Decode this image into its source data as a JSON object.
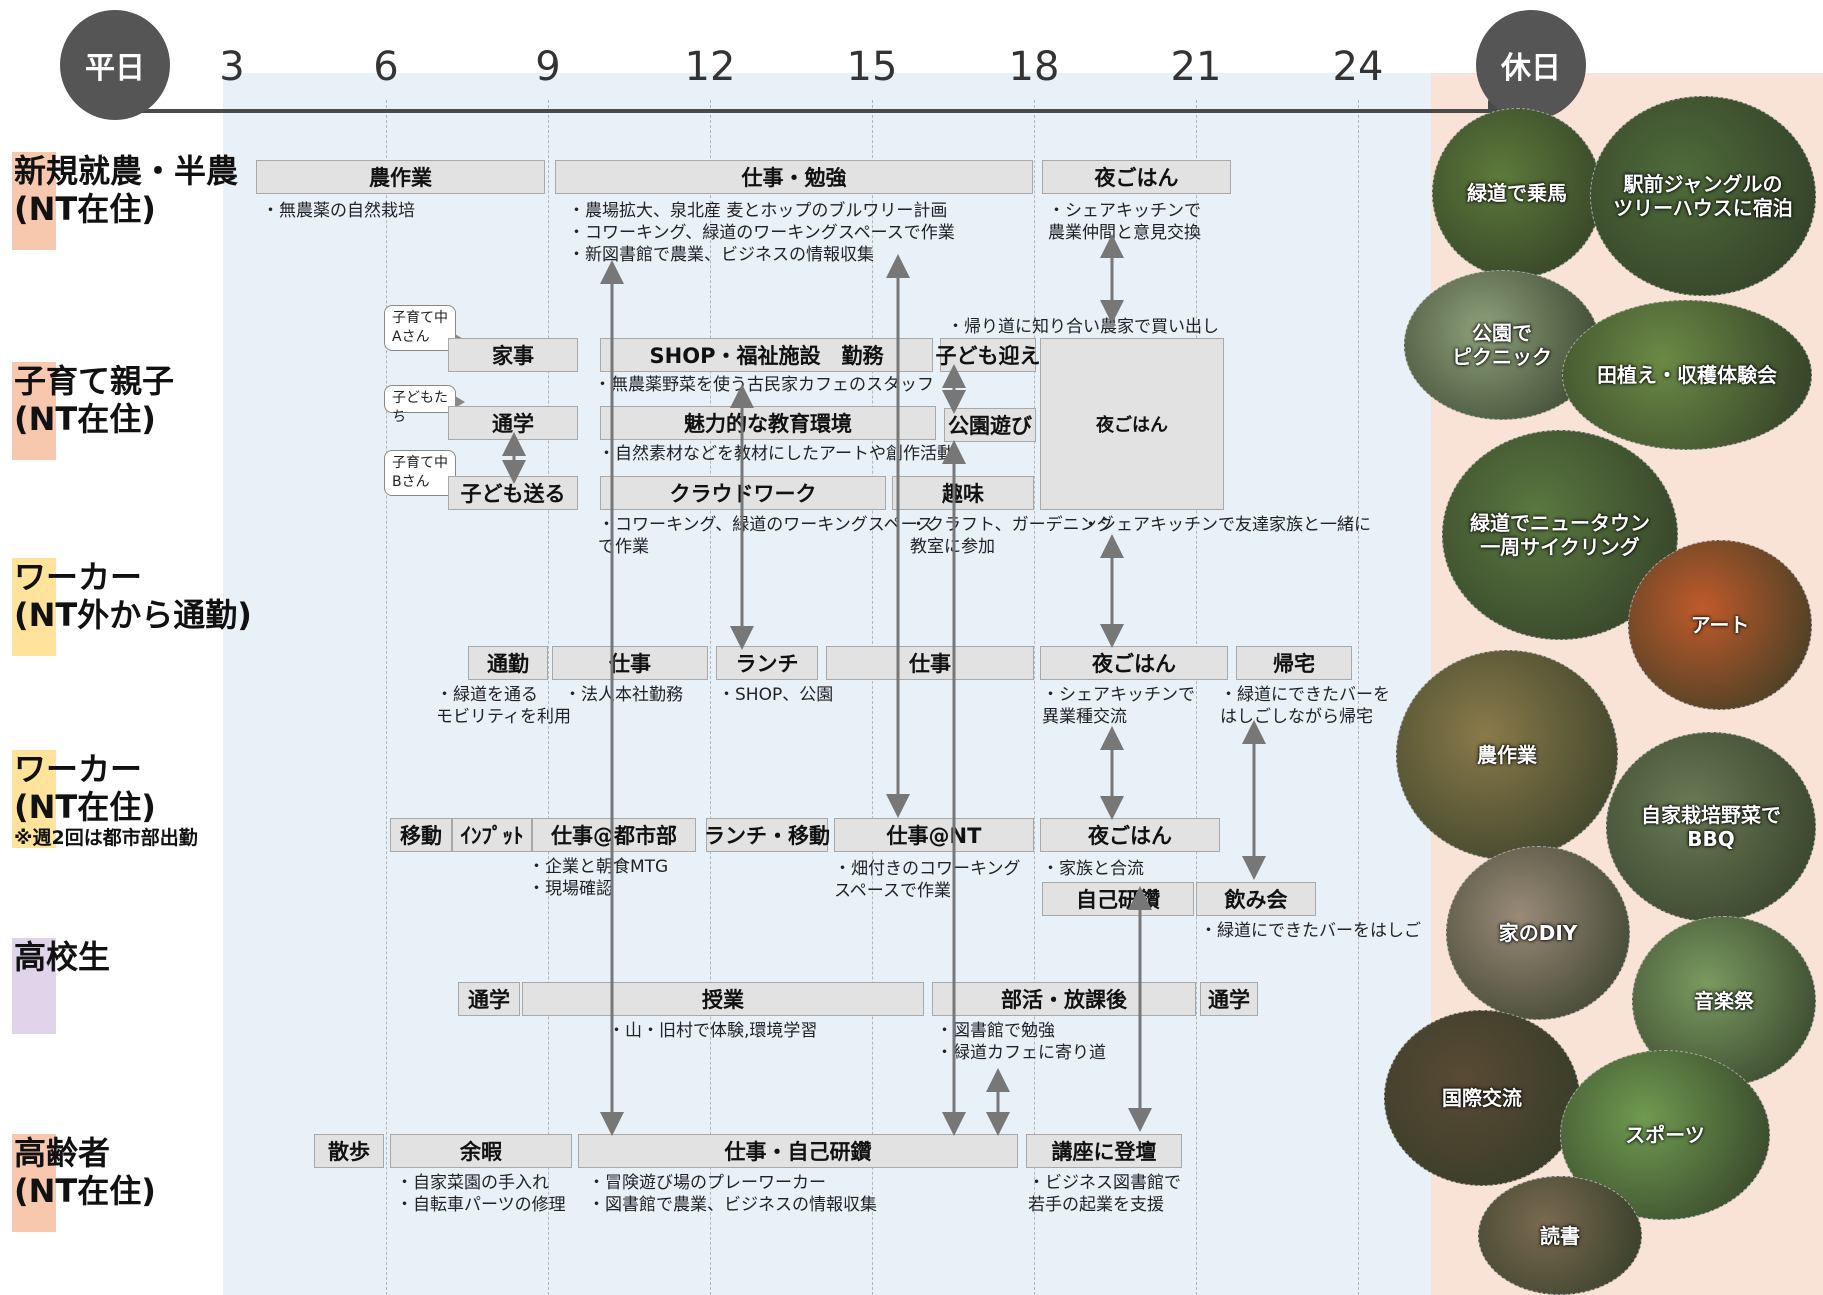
{
  "axis": {
    "weekday_label": "平日",
    "holiday_label": "休日",
    "ticks": [
      "3",
      "6",
      "9",
      "12",
      "15",
      "18",
      "21",
      "24"
    ]
  },
  "rows": [
    {
      "lines": [
        "新規就農・半農",
        "(NT在住)"
      ],
      "sub": "",
      "color": "#f7c8ad"
    },
    {
      "lines": [
        "子育て親子",
        "(NT在住)"
      ],
      "sub": "",
      "color": "#f7c8ad"
    },
    {
      "lines": [
        "ワーカー",
        "(NT外から通勤)"
      ],
      "sub": "",
      "color": "#ffe39a"
    },
    {
      "lines": [
        "ワーカー",
        "(NT在住)"
      ],
      "sub": "※週2回は都市部出勤",
      "color": "#ffe39a"
    },
    {
      "lines": [
        "高校生"
      ],
      "sub": "",
      "color": "#e0d4ea"
    },
    {
      "lines": [
        "高齢者",
        "(NT在住)"
      ],
      "sub": "",
      "color": "#f7c8ad"
    }
  ],
  "boxes": {
    "farm_work": "農作業",
    "work_study": "仕事・勉強",
    "dinner1": "夜ごはん",
    "housework": "家事",
    "shop": "SHOP・福祉施設　勤務",
    "pickup": "子ども迎え",
    "commute_school": "通学",
    "edu_env": "魅力的な教育環境",
    "park_play": "公園遊び",
    "dinner_family": "夜ごはん",
    "dropoff": "子ども送る",
    "crowd_work": "クラウドワーク",
    "hobby": "趣味",
    "commute3": "通勤",
    "work3a": "仕事",
    "lunch3": "ランチ",
    "work3b": "仕事",
    "dinner3": "夜ごはん",
    "home3": "帰宅",
    "move4": "移動",
    "input4": "ｲﾝﾌﾟｯﾄ",
    "work4_city": "仕事@都市部",
    "lunch4": "ランチ・移動",
    "work4_nt": "仕事@NT",
    "dinner4": "夜ごはん",
    "selfstudy4": "自己研鑽",
    "drinks4": "飲み会",
    "school5a": "通学",
    "class5": "授業",
    "club5": "部活・放課後",
    "school5b": "通学",
    "walk6": "散歩",
    "leisure6": "余暇",
    "work6": "仕事・自己研鑽",
    "lecture6": "講座に登壇"
  },
  "notes": {
    "n_farm": [
      "・無農薬の自然栽培"
    ],
    "n_work": [
      "・農場拡大、泉北産 麦とホップのブルワリー計画",
      "・コワーキング、緑道のワーキングスペースで作業",
      "・新図書館で農業、ビジネスの情報収集"
    ],
    "n_dinner1": [
      "・シェアキッチンで",
      "農業仲間と意見交換"
    ],
    "n_return": [
      "・帰り道に知り合い農家で買い出し"
    ],
    "n_shop": [
      "・無農薬野菜を使う古民家カフェのスタッフ"
    ],
    "n_edu": [
      "・自然素材などを教材にしたアートや創作活動"
    ],
    "n_crowd": [
      "・コワーキング、緑道のワーキングスペース",
      "で作業"
    ],
    "n_hobby": [
      "・クラフト、ガーデニング",
      "教室に参加"
    ],
    "n_family": [
      "・シェアキッチンで友達家族と一緒に"
    ],
    "n_commute3": [
      "・緑道を通る",
      "モビリティを利用"
    ],
    "n_work3": [
      "・法人本社勤務"
    ],
    "n_lunch3": [
      "・SHOP、公園"
    ],
    "n_dinner3": [
      "・シェアキッチンで",
      "異業種交流"
    ],
    "n_home3": [
      "・緑道にできたバーを",
      "はしごしながら帰宅"
    ],
    "n_work4": [
      "・企業と朝食MTG",
      "・現場確認"
    ],
    "n_nt4": [
      "・畑付きのコワーキング",
      "スペースで作業"
    ],
    "n_dinner4": [
      "・家族と合流"
    ],
    "n_drinks4": [
      "・緑道にできたバーをはしご"
    ],
    "n_class5": [
      "・山・旧村で体験,環境学習"
    ],
    "n_club5": [
      "・図書館で勉強",
      "・緑道カフェに寄り道"
    ],
    "n_leisure6": [
      "・自家菜園の手入れ",
      "・自転車パーツの修理"
    ],
    "n_work6": [
      "・冒険遊び場のプレーワーカー",
      "・図書館で農業、ビジネスの情報収集"
    ],
    "n_lecture6": [
      "・ビジネス図書館で",
      "若手の起業を支援"
    ]
  },
  "bubbles": {
    "a": [
      "子育て中",
      "Aさん"
    ],
    "kids": [
      "子どもたち"
    ],
    "b": [
      "子育て中",
      "Bさん"
    ]
  },
  "photos": [
    {
      "lines": [
        "緑道で乗馬"
      ],
      "color": "#5d7a3a"
    },
    {
      "lines": [
        "駅前ジャングルの",
        "ツリーハウスに宿泊"
      ],
      "color": "#4f6b3a"
    },
    {
      "lines": [
        "公園で",
        "ピクニック"
      ],
      "color": "#8da07a"
    },
    {
      "lines": [
        "田植え・収穫体験会"
      ],
      "color": "#6b8a45"
    },
    {
      "lines": [
        "緑道でニュータウン",
        "一周サイクリング"
      ],
      "color": "#5a7840"
    },
    {
      "lines": [
        "アート"
      ],
      "color": "#c05a2a"
    },
    {
      "lines": [
        "農作業"
      ],
      "color": "#8a7a4a"
    },
    {
      "lines": [
        "自家栽培野菜で",
        "BBQ"
      ],
      "color": "#6a7a55"
    },
    {
      "lines": [
        "家のDIY"
      ],
      "color": "#9a8a78"
    },
    {
      "lines": [
        "音楽祭"
      ],
      "color": "#7a9a60"
    },
    {
      "lines": [
        "国際交流"
      ],
      "color": "#5a4a35"
    },
    {
      "lines": [
        "スポーツ"
      ],
      "color": "#6f9a50"
    },
    {
      "lines": [
        "読書"
      ],
      "color": "#7a6a50"
    }
  ]
}
